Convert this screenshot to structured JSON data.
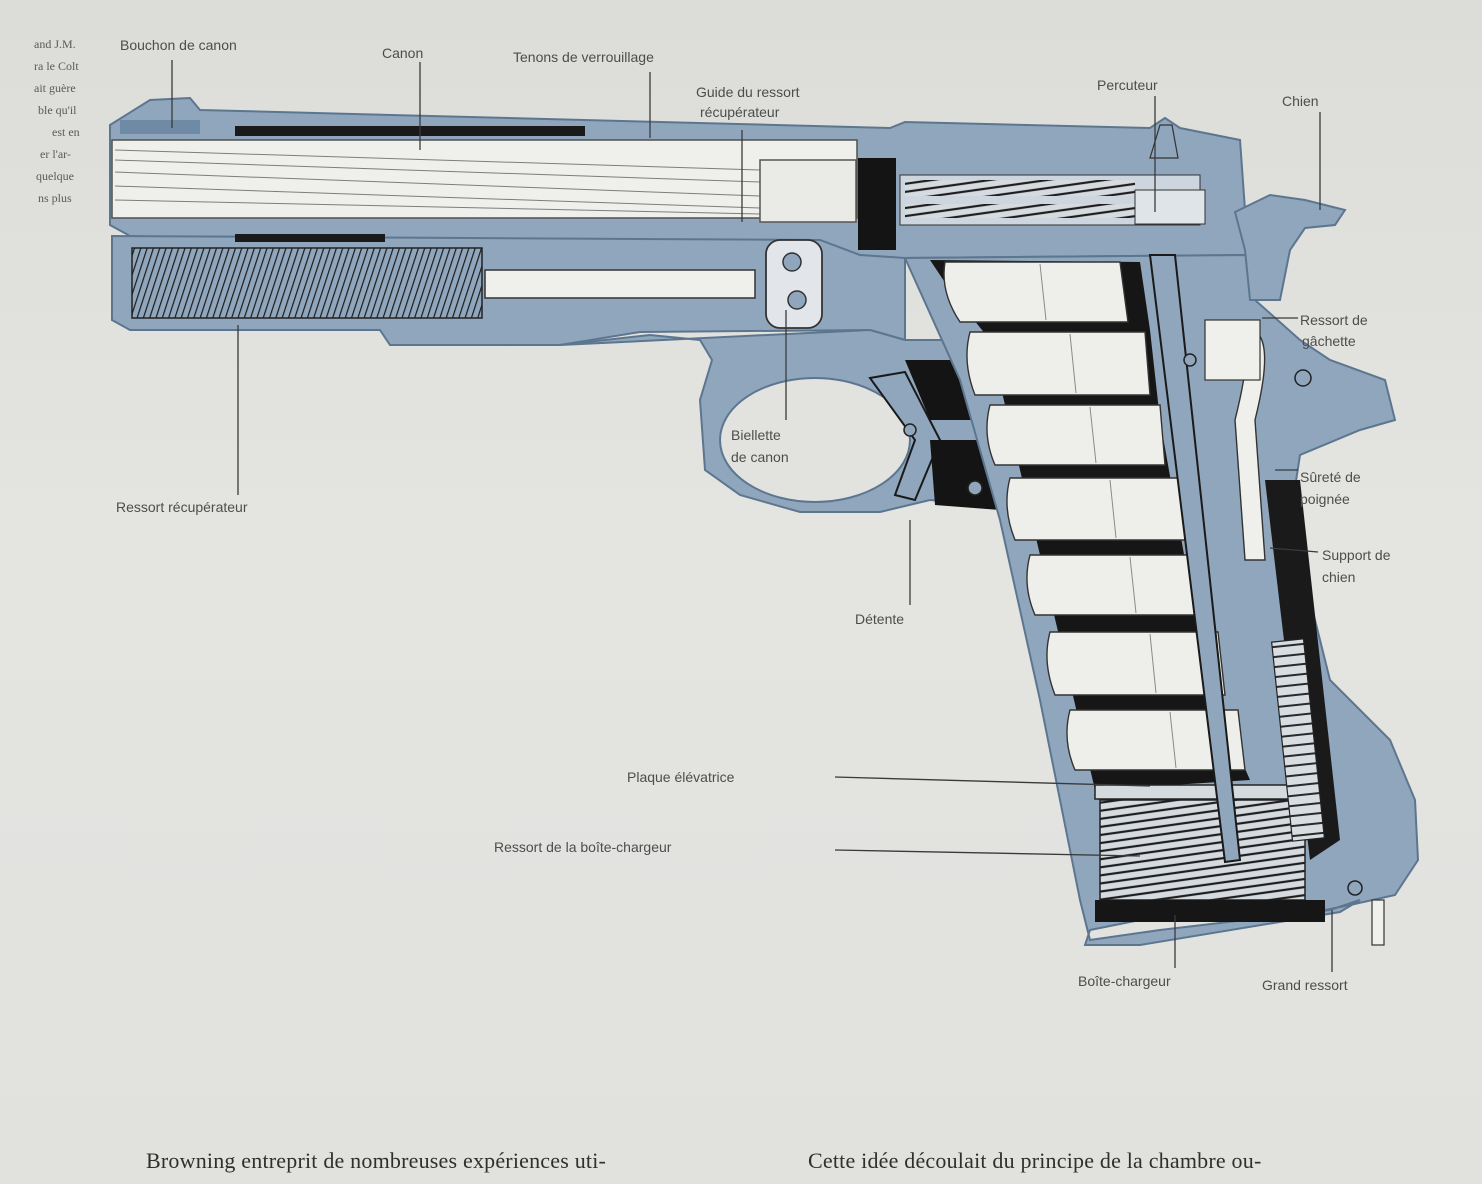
{
  "colors": {
    "steel": "#8fa6bc",
    "steel_dark": "#6f8aa4",
    "cutaway": "#141414",
    "cartridge": "#eeeeea",
    "paper": "#e2e2df"
  },
  "column_fragments": [
    "and J.M.",
    "ra le Colt",
    "ait guère",
    "ble qu'il",
    "est en",
    "er l'ar-",
    "quelque",
    "ns plus"
  ],
  "labels": {
    "bouchon": "Bouchon de canon",
    "canon": "Canon",
    "tenons": "Tenons de verrouillage",
    "guide_1": "Guide du ressort",
    "guide_2": "récupérateur",
    "percuteur": "Percuteur",
    "chien": "Chien",
    "ressort_gachette_1": "Ressort de",
    "ressort_gachette_2": "gâchette",
    "biellette_1": "Biellette",
    "biellette_2": "de canon",
    "ressort_recuperateur": "Ressort récupérateur",
    "surete_1": "Sûreté de",
    "surete_2": "poignée",
    "support_1": "Support de",
    "support_2": "chien",
    "detente": "Détente",
    "plaque": "Plaque élévatrice",
    "ressort_boite": "Ressort de la boîte-chargeur",
    "boite": "Boîte-chargeur",
    "grand_ressort": "Grand ressort"
  },
  "body_text": {
    "left": "Browning entreprit de nombreuses expériences uti-",
    "right": "Cette idée découlait du principe de la chambre ou-"
  }
}
